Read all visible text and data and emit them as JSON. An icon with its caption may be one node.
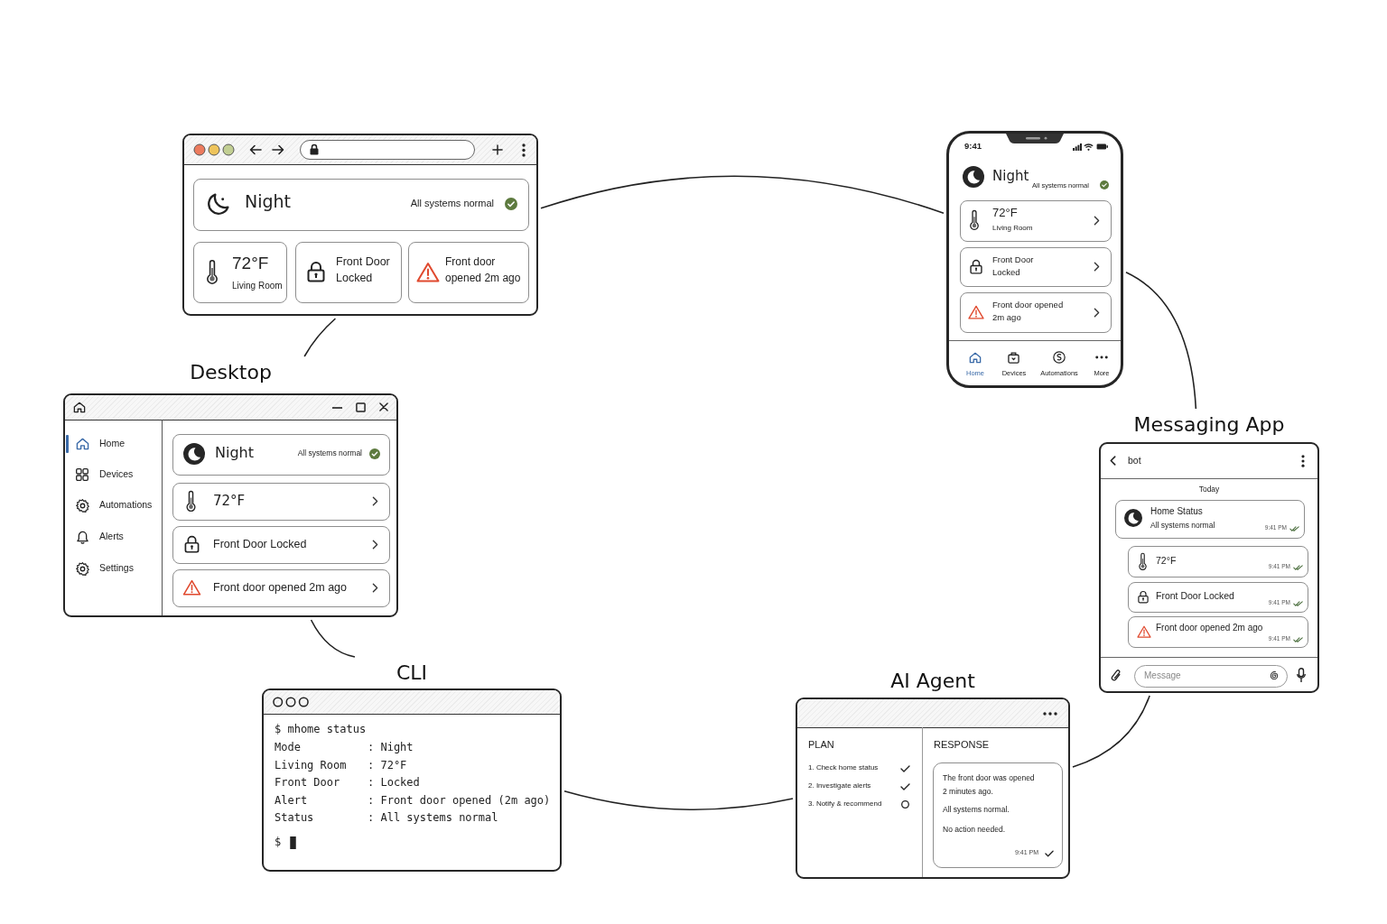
{
  "diagram": {
    "nodes": [
      {
        "text": [],
        "shape": "box"
      },
      {
        "text": [
          "Night",
          "All systems normal"
        ],
        "in": 0
      },
      {
        "text": [
          "72°F",
          "Living Room"
        ],
        "in": 0
      },
      {
        "text": [
          "Front Door Locked"
        ],
        "in": 0
      },
      {
        "text": [
          "Front door opened 2m ago"
        ],
        "in": 0
      },
      {
        "text": [
          "9:41",
          "Night",
          "All systems normal",
          "Home",
          "Devices",
          "Automations",
          "More"
        ]
      },
      {
        "text": [
          "72°F",
          "Living Room"
        ],
        "in": 5
      },
      {
        "text": [
          "Front Door Locked"
        ],
        "in": 5
      },
      {
        "text": [
          "Front door opened 2m ago"
        ],
        "in": 5
      },
      {
        "text": [
          "Desktop",
          "Home",
          "Devices",
          "Automations",
          "Alerts",
          "Settings"
        ]
      },
      {
        "text": [
          "Night",
          "All systems normal"
        ],
        "in": 9
      },
      {
        "text": [
          "72°F"
        ],
        "in": 9
      },
      {
        "text": [
          "Front Door Locked"
        ],
        "in": 9
      },
      {
        "text": [
          "Front door opened 2m ago"
        ],
        "in": 9
      },
      {
        "text": [
          "Messaging App",
          "bot",
          "Today"
        ]
      },
      {
        "text": [
          "Home Status",
          "All systems normal",
          "9:41 PM"
        ],
        "in": 14
      },
      {
        "text": [
          "72°F",
          "9:41 PM"
        ],
        "in": 14
      },
      {
        "text": [
          "Front Door Locked",
          "9:41 PM"
        ],
        "in": 14
      },
      {
        "text": [
          "Front door opened 2m ago",
          "9:41 PM"
        ],
        "in": 14
      },
      {
        "text": [
          "Message"
        ],
        "in": 14
      },
      {
        "text": [
          "CLI",
          "$ mhome status",
          "Mode",
          ": Night",
          "Living Room",
          ": 72°F",
          "Front Door",
          ": Locked",
          "Alert",
          ": Front door opened (2m ago)",
          "Status",
          ": All systems normal",
          "$"
        ]
      },
      {
        "text": [
          "AI Agent",
          "PLAN",
          "1. Check home status",
          "2. Investigate alerts",
          "3. Notify & recommend",
          "RESPONSE"
        ]
      },
      {
        "text": [
          "The front door was opened 2 minutes ago.",
          "All systems normal.",
          "No action needed.",
          "9:41 PM"
        ],
        "in": 21
      }
    ],
    "edges": [
      {
        "from": 0,
        "to": 5,
        "arrow": "none"
      },
      {
        "from": 5,
        "to": 14,
        "arrow": "none"
      },
      {
        "from": 14,
        "to": 21,
        "arrow": "none"
      },
      {
        "from": 21,
        "to": 20,
        "arrow": "none"
      },
      {
        "from": 20,
        "to": 9,
        "arrow": "none"
      },
      {
        "from": 9,
        "to": 0,
        "arrow": "none"
      }
    ]
  }
}
